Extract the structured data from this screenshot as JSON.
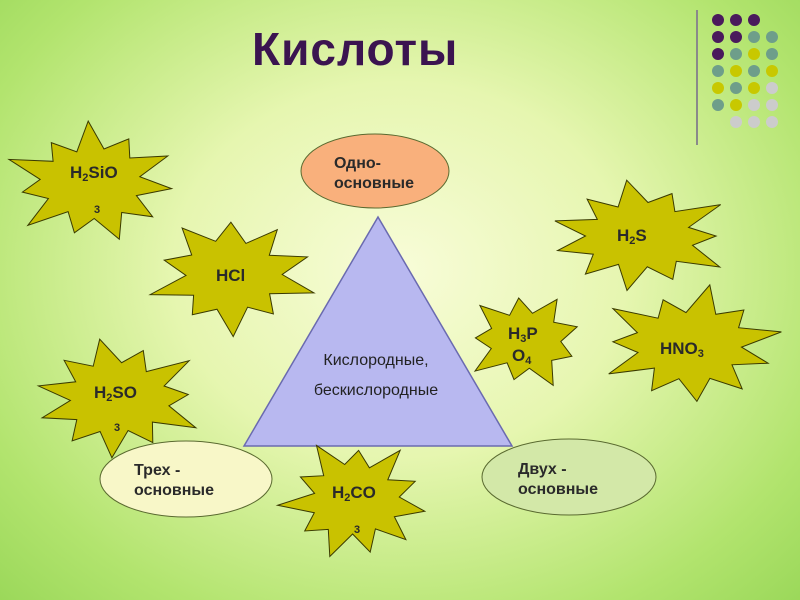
{
  "title": "Кислоты",
  "colors": {
    "burst_fill": "#c9c200",
    "triangle_fill": "#b8b8f0",
    "title": "#3b1450",
    "dots": [
      "#4a1a5c",
      "#6e9e8a",
      "#c8c800",
      "#cccccc"
    ]
  },
  "center": {
    "line1": "Кислородные,",
    "line2": "бескислородные"
  },
  "categories": [
    {
      "line1": "Одно-",
      "line2": "основные",
      "fill": "#f9b07c"
    },
    {
      "line1": "Трех -",
      "line2": "основные",
      "fill": "#f8f7c8"
    },
    {
      "line1": "Двух -",
      "line2": "основные",
      "fill": "#d3e8a8"
    }
  ],
  "acids": [
    {
      "el1": "H",
      "sub1": "2",
      "el2": "SiO",
      "sub2": "3"
    },
    {
      "el1": "HCl"
    },
    {
      "el1": "H",
      "sub1": "2",
      "el2": "SO",
      "sub2": "3"
    },
    {
      "el1": "H",
      "sub1": "2",
      "el2": "CO",
      "sub2": "3"
    },
    {
      "el1": "H",
      "sub1": "3",
      "el2": "P",
      "el3": "O",
      "sub3": "4"
    },
    {
      "el1": "H",
      "sub1": "2",
      "el2": "S"
    },
    {
      "el1": "HNO",
      "sub1": "3"
    }
  ]
}
